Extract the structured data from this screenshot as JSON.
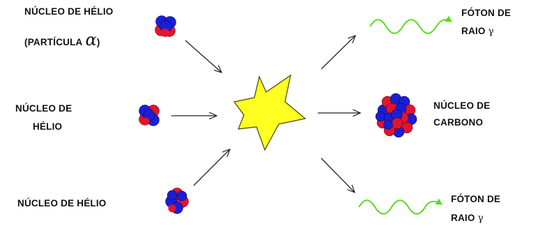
{
  "colors": {
    "proton": "#e2142d",
    "neutron": "#1a1fd6",
    "photon_wave": "#55dd22",
    "star": "#ffff22",
    "arrow": "#222222"
  },
  "inputs": [
    {
      "line1": "NÚCLEO DE HÉLIO",
      "line2_prefix": "(PARTÍCULA",
      "alpha_symbol": "α",
      "line2_suffix": ")"
    },
    {
      "line1": "NÚCLEO DE",
      "line2": "HÉLIO"
    },
    {
      "line1": "NÚCLEO DE HÉLIO"
    }
  ],
  "outputs": {
    "photon_top": {
      "line1": "FÓTON DE",
      "line2": "RAIO",
      "gamma_symbol": "γ"
    },
    "carbon": {
      "line1": "NÚCLEO DE",
      "line2": "CARBONO"
    },
    "photon_bottom": {
      "line1": "FÓTON DE",
      "line2": "RAIO",
      "gamma_symbol": "γ"
    }
  }
}
